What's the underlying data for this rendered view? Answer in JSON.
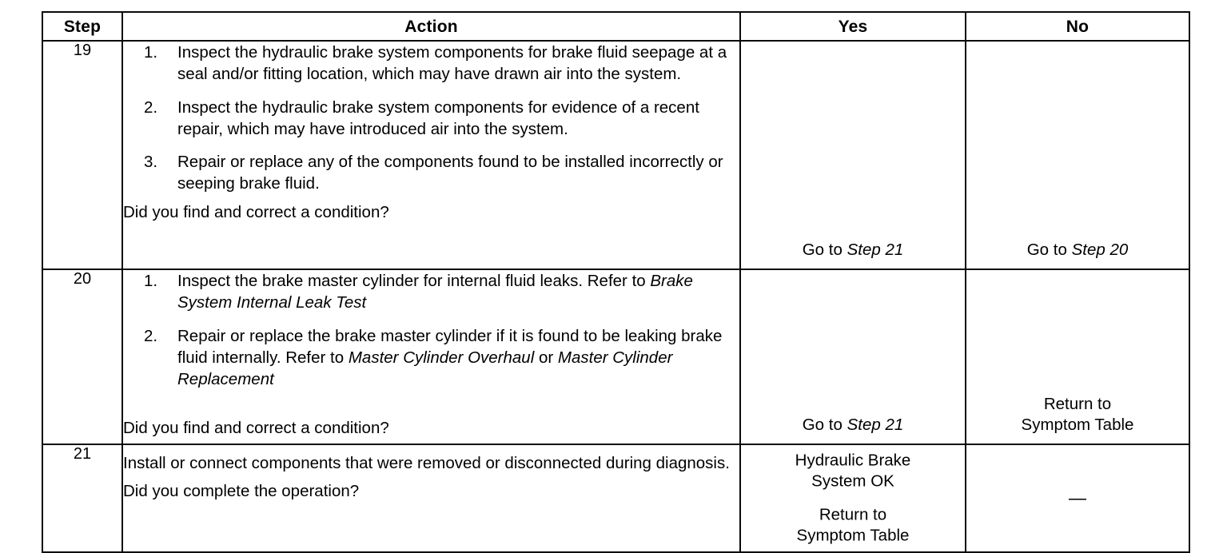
{
  "table": {
    "headers": {
      "step": "Step",
      "action": "Action",
      "yes": "Yes",
      "no": "No"
    },
    "rows": [
      {
        "step": "19",
        "action_items": [
          {
            "num": "1.",
            "text": "Inspect the hydraulic brake system components for brake fluid seepage at a seal and/or fitting location, which may have drawn air into the system."
          },
          {
            "num": "2.",
            "text": "Inspect the hydraulic brake system components for evidence of a recent repair, which may have introduced air into the system."
          },
          {
            "num": "3.",
            "text": "Repair or replace any of the components found to be installed incorrectly or seeping brake fluid."
          }
        ],
        "question": "Did you find and correct a condition?",
        "yes": {
          "lead": "Go to ",
          "ref": "Step 21"
        },
        "no": {
          "lead": "Go to ",
          "ref": "Step 20"
        }
      },
      {
        "step": "20",
        "action_items": [
          {
            "num": "1.",
            "pre": "Inspect the brake master cylinder for internal fluid leaks. Refer to ",
            "ital": "Brake System Internal Leak Test",
            "post": ""
          },
          {
            "num": "2.",
            "pre": "Repair or replace the brake master cylinder if it is found to be leaking brake fluid internally. Refer to ",
            "ital": "Master Cylinder Overhaul",
            "mid": " or ",
            "ital2": "Master Cylinder Replacement",
            "post": ""
          }
        ],
        "question": "Did you find and correct a condition?",
        "yes": {
          "lead": "Go to ",
          "ref": "Step 21"
        },
        "no": {
          "line1": "Return to",
          "line2": "Symptom Table"
        }
      },
      {
        "step": "21",
        "statement": "Install or connect components that were removed or disconnected during diagnosis.",
        "question": "Did you complete the operation?",
        "yes": {
          "block1_line1": "Hydraulic Brake",
          "block1_line2": "System OK",
          "block2_line1": "Return to",
          "block2_line2": "Symptom Table"
        },
        "no": {
          "dash": "—"
        }
      }
    ]
  },
  "colors": {
    "rule": "#0a0a0a",
    "text": "#000000",
    "background": "#ffffff"
  }
}
